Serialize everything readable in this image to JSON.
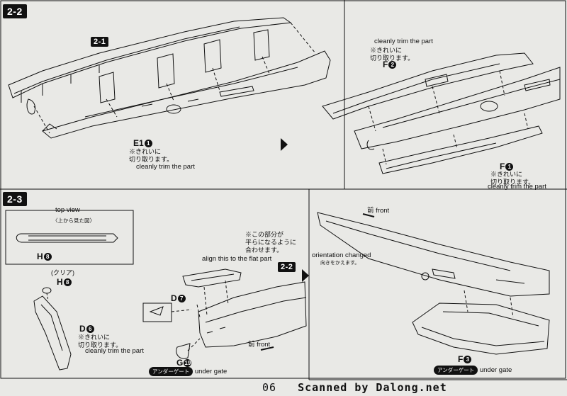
{
  "steps": {
    "s22": "2-2",
    "s21": "2-1",
    "s23": "2-3",
    "s22ref": "2-2"
  },
  "parts": {
    "e1": "E1",
    "e1_num": "1",
    "f2": "F",
    "f2_num": "2",
    "f1": "F",
    "f1_num": "1",
    "h8_a": "H",
    "h8_a_num": "8",
    "h8_b": "H",
    "h8_b_num": "8",
    "d7": "D",
    "d7_num": "7",
    "d6": "D",
    "d6_num": "6",
    "g19": "G",
    "g19_num": "19",
    "f3": "F",
    "f3_num": "3"
  },
  "notes": {
    "trim_jp_e1": "※きれいに\n切り取ります。",
    "trim_en_e1": "cleanly trim the part",
    "trim_en_f2": "cleanly trim the part",
    "trim_jp_f2": "※きれいに\n切り取ります。",
    "trim_jp_f1": "※きれいに\n切り取ります。",
    "trim_en_f1": "cleanly trim the part",
    "top_view_en": "top view",
    "top_view_jp": "〈上から見た図〉",
    "clear_jp": "(クリア)",
    "trim_jp_d6": "※きれいに\n切り取ります。",
    "trim_en_d6": "cleanly trim the part",
    "flat_jp": "※この部分が\n平らになるように\n合わせます。",
    "flat_en": "align this to the flat part",
    "orient_en": "orientation changed",
    "orient_jp": "向きをかえます。",
    "front_a": "front",
    "front_a_jp": "前",
    "front_b": "front",
    "front_b_jp": "前",
    "under_gate_pill_a": "アンダーゲート",
    "under_gate_en_a": "under gate",
    "under_gate_pill_b": "アンダーゲート",
    "under_gate_en_b": "under gate"
  },
  "footer": {
    "page": "06",
    "credit": "Scanned by Dalong.net"
  }
}
